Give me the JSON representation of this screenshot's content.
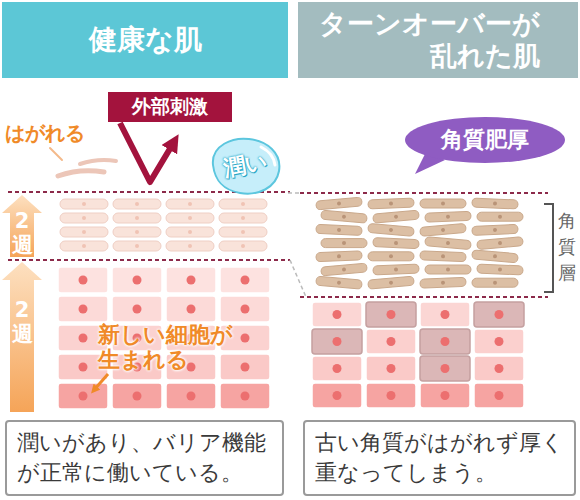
{
  "diagram": {
    "nodes": [
      {
        "text": [
          "健康な肌"
        ]
      },
      {
        "text": [
          "ターンオーバーが 乱れた肌"
        ]
      },
      {
        "text": [
          "外部刺激"
        ]
      },
      {
        "text": [
          "潤い"
        ]
      },
      {
        "text": [
          "角質肥厚"
        ]
      },
      {
        "text": [
          "2 週"
        ]
      },
      {
        "text": [
          "2 週"
        ]
      },
      {
        "text": [
          "潤いがあり、バリア機能が正常に働いている。"
        ]
      },
      {
        "text": [
          "古い角質がはがれず厚く重なってしまう。"
        ]
      }
    ],
    "labels": [
      "はがれる",
      "新しい細胞が 生まれる",
      "角質層"
    ]
  }
}
